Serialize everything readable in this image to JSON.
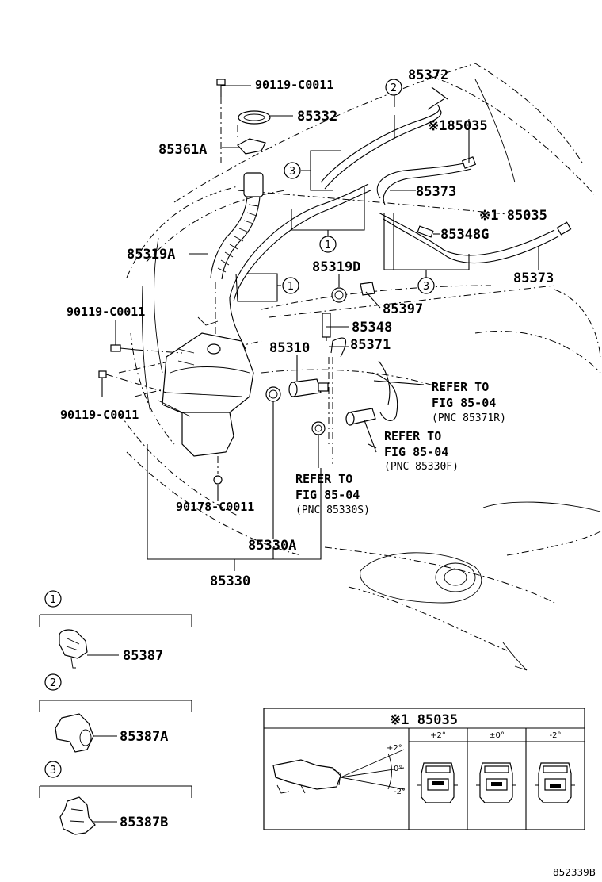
{
  "parts": {
    "p_90119a": "90119-C0011",
    "p_85332": "85332",
    "p_85361a": "85361A",
    "p_85372": "85372",
    "p_85035a": "※185035",
    "p_85373a": "85373",
    "p_85035b": "※1 85035",
    "p_85348g": "85348G",
    "p_85319a": "85319A",
    "p_85319d": "85319D",
    "p_85397": "85397",
    "p_85373b": "85373",
    "p_90119b": "90119-C0011",
    "p_85348": "85348",
    "p_85310": "85310",
    "p_85371": "85371",
    "p_90119c": "90119-C0011",
    "p_90178": "90178-C0011",
    "p_85330a": "85330A",
    "p_85330": "85330"
  },
  "refs": {
    "r1_line1": "REFER TO",
    "r1_line2": "FIG 85-04",
    "r1_line3": "(PNC 85371R)",
    "r2_line1": "REFER TO",
    "r2_line2": "FIG 85-04",
    "r2_line3": "(PNC 85330F)",
    "r3_line1": "REFER TO",
    "r3_line2": "FIG 85-04",
    "r3_line3": "(PNC 85330S)"
  },
  "callouts": {
    "c1": "1",
    "c2": "2",
    "c3": "3"
  },
  "legend": {
    "item1_num": "1",
    "item1_part": "85387",
    "item2_num": "2",
    "item2_part": "85387A",
    "item3_num": "3",
    "item3_part": "85387B"
  },
  "detail_box": {
    "title": "※1  85035",
    "col1": "+2°",
    "col2": "±0°",
    "col3": "-2°",
    "angle_top": "+2°",
    "angle_mid": "0°",
    "angle_bot": "-2°"
  },
  "figure_code": "852339B"
}
